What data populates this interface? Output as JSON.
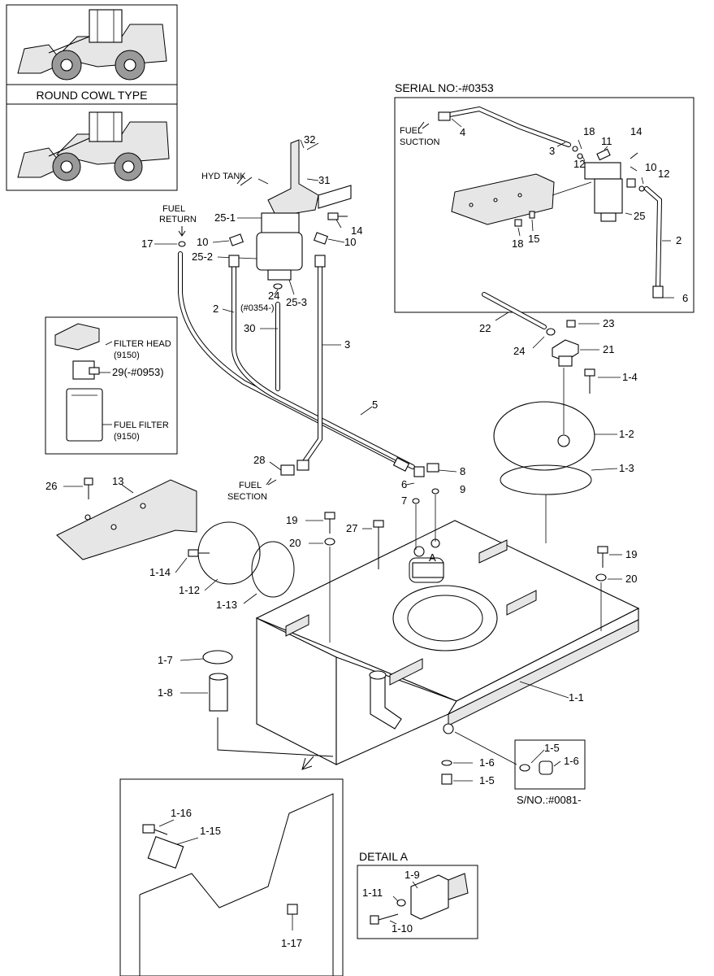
{
  "insets": {
    "cowl_type": "ROUND COWL TYPE",
    "serial_title": "SERIAL NO:-#0353",
    "serial_fuel_suction": [
      "FUEL",
      "SUCTION"
    ],
    "detail_a_title": "DETAIL A",
    "sno_label": "S/NO.:#0081-",
    "filter_head": "FILTER HEAD",
    "filter_head_code": "(9150)",
    "filter_29": "29(-#0953)",
    "fuel_filter": "FUEL FILTER",
    "fuel_filter_code": "(9150)"
  },
  "labels": {
    "hyd_tank": "HYD TANK",
    "fuel_return": [
      "FUEL",
      "RETURN"
    ],
    "fuel_section": [
      "FUEL",
      "SECTION"
    ],
    "note_0354": "(#0354-)"
  },
  "serial_callouts": [
    "4",
    "3",
    "18",
    "11",
    "12",
    "14",
    "10",
    "12",
    "25",
    "2",
    "6",
    "18",
    "15"
  ],
  "main_callouts": [
    "32",
    "31",
    "25-1",
    "14",
    "17",
    "10",
    "10",
    "25-2",
    "24",
    "25-3",
    "2",
    "30",
    "3",
    "22",
    "23",
    "24",
    "21",
    "1-4",
    "1-2",
    "1-3",
    "5",
    "28",
    "6",
    "8",
    "7",
    "9",
    "26",
    "13",
    "19",
    "27",
    "20",
    "A",
    "19",
    "20",
    "1-14",
    "1-12",
    "1-13",
    "1-7",
    "1-8",
    "1-1",
    "1-6",
    "1-5",
    "1-5",
    "1-6",
    "1-16",
    "1-15",
    "1-17",
    "1-9",
    "1-11",
    "1-10"
  ]
}
